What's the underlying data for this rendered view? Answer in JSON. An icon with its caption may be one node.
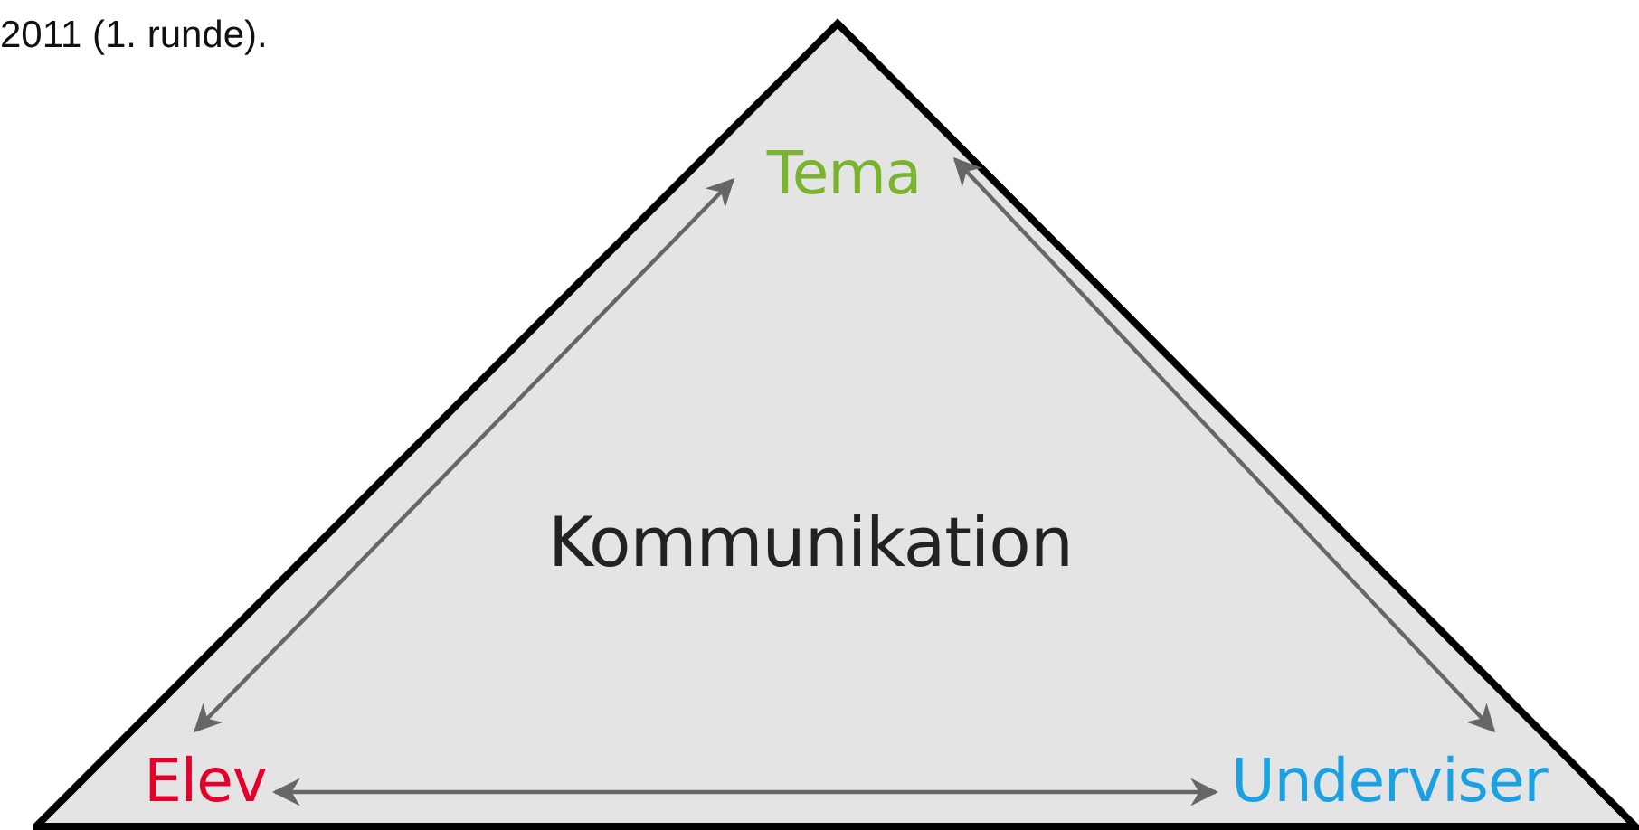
{
  "diagram": {
    "nodes": [
      {
        "text": [
          "Kommunikation"
        ]
      },
      {
        "text": [
          "Tema"
        ],
        "in": 0
      },
      {
        "text": [
          "Elev"
        ],
        "in": 0
      },
      {
        "text": [
          "Underviser"
        ],
        "in": 0
      }
    ],
    "edges": [
      {
        "from": 1,
        "to": 2,
        "arrow": "both"
      },
      {
        "from": 1,
        "to": 3,
        "arrow": "both"
      },
      {
        "from": 2,
        "to": 3,
        "arrow": "both"
      }
    ],
    "labels": [
      "2011 (1. runde)."
    ]
  }
}
